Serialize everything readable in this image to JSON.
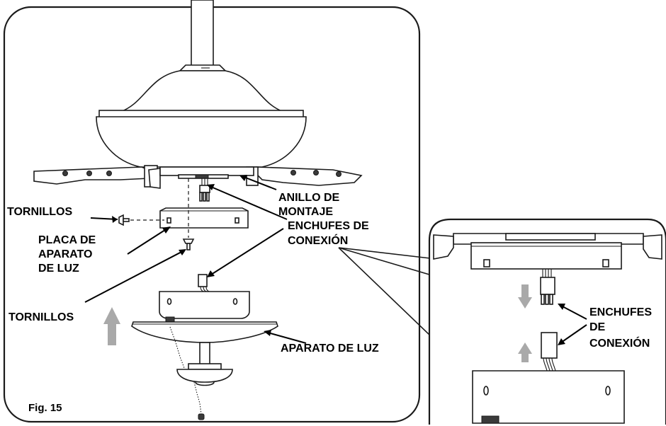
{
  "figure": {
    "number_label": "Fig. 15"
  },
  "labels": {
    "screws_top": "TORNILLOS",
    "mounting_ring_line1": "ANILLO DE",
    "mounting_ring_line2": "MONTAJE",
    "connectors_line1": "ENCHUFES DE",
    "connectors_line2": "CONEXIÓN",
    "light_plate_line1": "PLACA DE",
    "light_plate_line2": "APARATO",
    "light_plate_line3": "DE LUZ",
    "screws_bottom": "TORNILLOS",
    "light_fixture": "APARATO DE LUZ"
  },
  "detail": {
    "connectors_line1": "ENCHUFES",
    "connectors_line2": "DE",
    "connectors_line3": "CONEXIÓN"
  },
  "colors": {
    "line": "#1a1a1a",
    "arrow_gray": "#a9a9a9",
    "background": "#ffffff"
  }
}
